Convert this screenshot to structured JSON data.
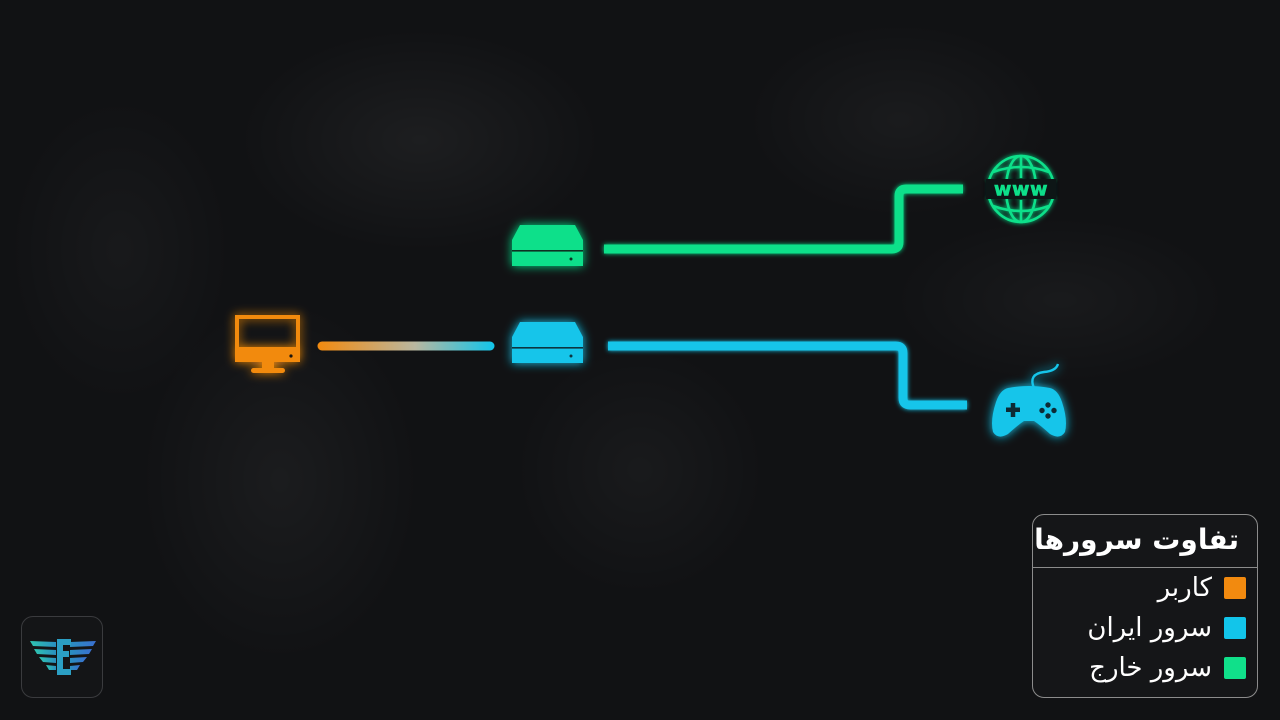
{
  "legend": {
    "title": "تفاوت سرورها",
    "items": [
      {
        "label": "کاربر",
        "color": "#f28a0f"
      },
      {
        "label": "سرور ایران",
        "color": "#12c5ea"
      },
      {
        "label": "سرور خارج",
        "color": "#10e08a"
      }
    ]
  },
  "colors": {
    "user": "#f28a0f",
    "iran_server": "#12c5ea",
    "foreign_server": "#10e08a"
  },
  "icons": {
    "user": "monitor-icon",
    "iran_server": "server-icon",
    "foreign_server": "server-icon",
    "internet": "globe-www-icon",
    "game": "gamepad-icon",
    "logo": "winged-e-logo-icon"
  },
  "globe_text": "www"
}
